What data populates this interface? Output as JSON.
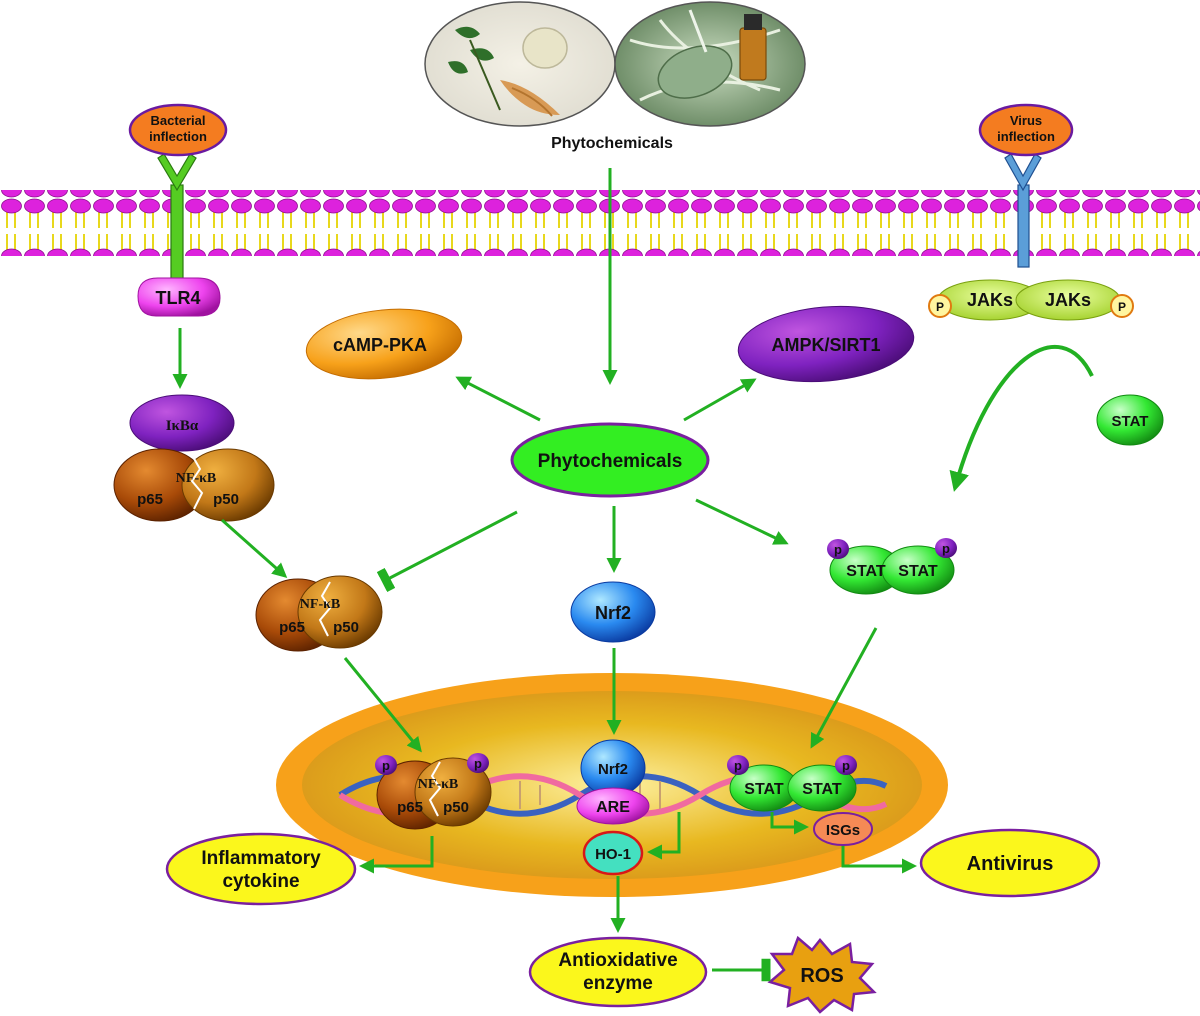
{
  "header": {
    "label": "Phytochemicals",
    "image_herbs": "herbs-and-ginseng-photo",
    "image_oil": "essential-oil-and-leaf-photo"
  },
  "triggers": {
    "bacterial_line1": "Bacterial",
    "bacterial_line2": "inflection",
    "virus_line1": "Virus",
    "virus_line2": "inflection"
  },
  "proteins": {
    "tlr4": "TLR4",
    "ikba": "IκBα",
    "nfkb": "NF-κB",
    "p65": "p65",
    "p50": "p50",
    "camp_pka": "cAMP-PKA",
    "ampk_sirt1": "AMPK/SIRT1",
    "jaks": "JAKs",
    "p_small": "P",
    "p_lower": "p",
    "stat": "STAT",
    "nrf2": "Nrf2",
    "are": "ARE",
    "ho1": "HO-1",
    "isgs": "ISGs"
  },
  "center": {
    "label": "Phytochemicals"
  },
  "outcomes": {
    "inflammatory_line1": "Inflammatory",
    "inflammatory_line2": "cytokine",
    "antivirus": "Antivirus",
    "antioxidative_line1": "Antioxidative",
    "antioxidative_line2": "enzyme",
    "ros": "ROS"
  },
  "colors": {
    "arrow": "#22b022",
    "membrane_head": "#dd22dd",
    "membrane_tail": "#e8d81c",
    "nucleus_outer": "#f7a11a",
    "nucleus_inner": "#e8b820",
    "outcome_fill": "#fbf71c",
    "outcome_stroke": "#7a1fa0"
  }
}
